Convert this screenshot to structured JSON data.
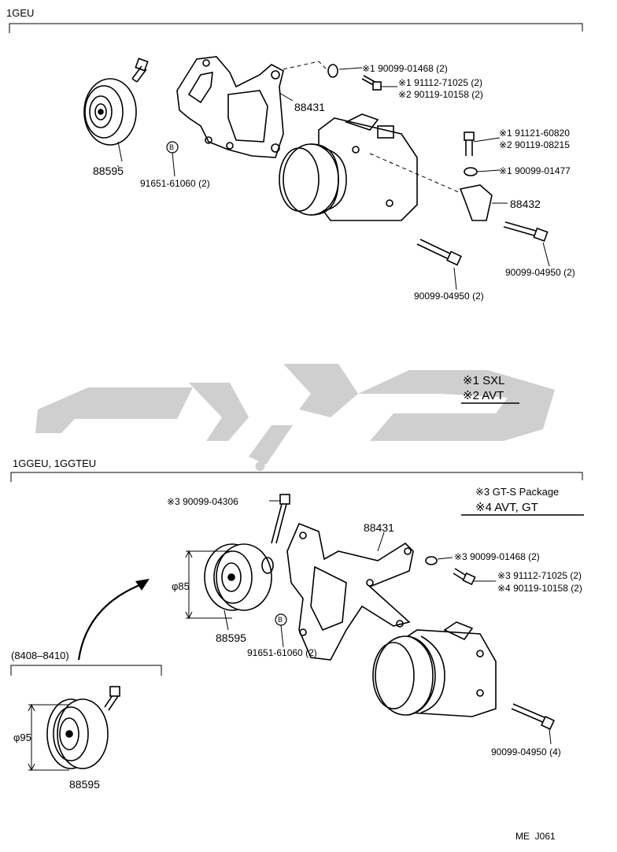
{
  "sections": {
    "top": "1GEU",
    "bottom": "1GGEU, 1GGTEU",
    "inset": "(8408–8410)"
  },
  "labels": {
    "t_90099_01468": "※1 90099-01468 (2)",
    "t_91112_71025": "※1 91112-71025 (2)",
    "t_90119_10158": "※2 90119-10158 (2)",
    "t_88431": "88431",
    "t_88595": "88595",
    "t_b_circle": "B",
    "t_91651": "91651-61060 (2)",
    "t_91121_60820": "※1 91121-60820",
    "t_90119_08215": "※2 90119-08215",
    "t_90099_01477": "※1 90099-01477",
    "t_88432": "88432",
    "t_90099_04950_a": "90099-04950 (2)",
    "t_90099_04950_b": "90099-04950 (2)",
    "b_90099_04306": "※3 90099-04306",
    "b_88431": "88431",
    "b_90099_01468": "※3 90099-01468 (2)",
    "b_91112_71025": "※3 91112-71025 (2)",
    "b_90119_10158": "※4 90119-10158 (2)",
    "b_phi85": "φ85",
    "b_88595": "88595",
    "b_b_circle": "B",
    "b_91651": "91651-61060 (2)",
    "b_90099_04950": "90099-04950 (4)",
    "i_phi95": "φ95",
    "i_88595": "88595"
  },
  "legend": {
    "top": [
      "※1 SXL",
      "※2 AVT"
    ],
    "bottom": [
      "※3 GT-S Package",
      "※4 AVT, GT"
    ]
  },
  "footer": "ME  J061"
}
